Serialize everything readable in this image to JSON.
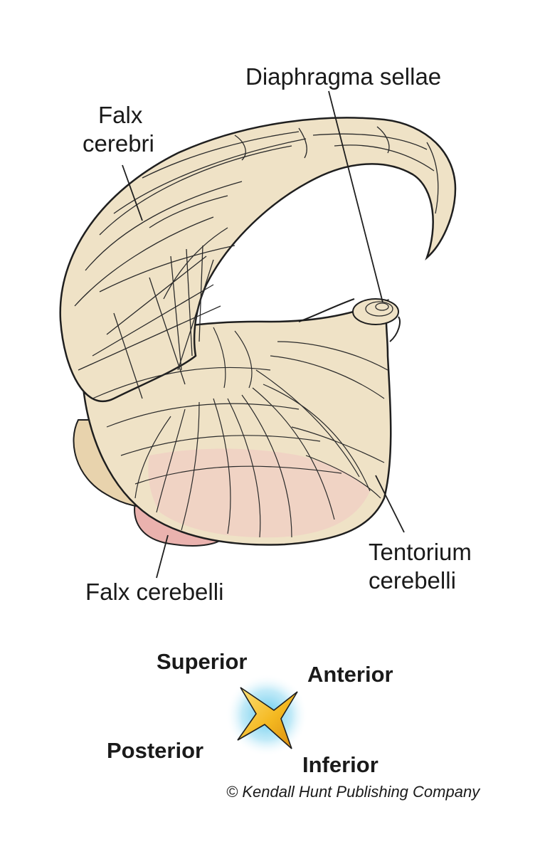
{
  "labels": {
    "diaphragma_sellae": "Diaphragma sellae",
    "falx_cerebri_line1": "Falx",
    "falx_cerebri_line2": "cerebri",
    "tentorium_line1": "Tentorium",
    "tentorium_line2": "cerebelli",
    "falx_cerebelli": "Falx cerebelli"
  },
  "orientation": {
    "superior": "Superior",
    "anterior": "Anterior",
    "posterior": "Posterior",
    "inferior": "Inferior"
  },
  "copyright": "© Kendall Hunt Publishing Company",
  "colors": {
    "dura": "#efe2c6",
    "dura_shadow": "#e2cfa8",
    "falx_cerebelli": "#eab2ae",
    "outline": "#1f1f1f",
    "star": "#f4b820",
    "star_glow": "#4fc3ea"
  }
}
